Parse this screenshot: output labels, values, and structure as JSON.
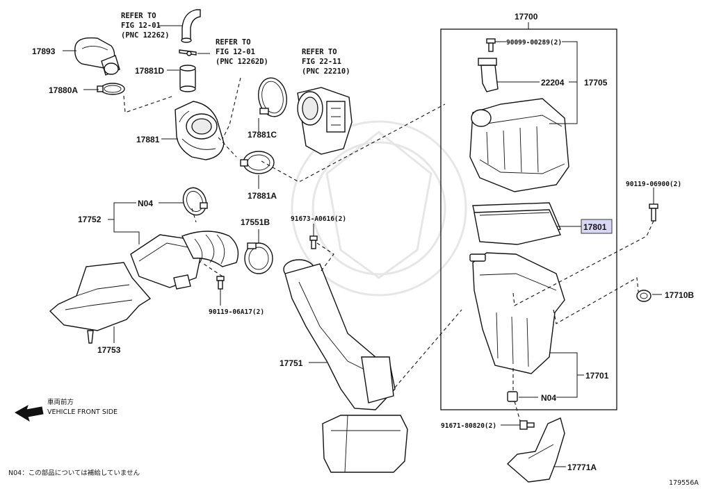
{
  "labels": {
    "p17893": "17893",
    "p17880A": "17880A",
    "p17881D": "17881D",
    "p17881": "17881",
    "p17881C": "17881C",
    "p17881A": "17881A",
    "p17752": "17752",
    "p17753": "17753",
    "p17551B": "17551B",
    "p17751": "17751",
    "p17700": "17700",
    "p17705": "17705",
    "p22204": "22204",
    "p17801": "17801",
    "p17701": "17701",
    "p17710B": "17710B",
    "p17771A": "17771A",
    "n04_top": "N04",
    "n04_bottom": "N04",
    "b90099": "90099-00289(2)",
    "b90119_069": "90119-06900(2)",
    "b91673": "91673-A0616(2)",
    "b90119_06A": "90119-06A17(2)",
    "b91671": "91671-80820(2)"
  },
  "refs": {
    "ref1": {
      "line1": "REFER TO",
      "line2": "FIG 12-01",
      "line3": "(PNC 12262)"
    },
    "ref2": {
      "line1": "REFER TO",
      "line2": "FIG 12-01",
      "line3": "(PNC 12262D)"
    },
    "ref3": {
      "line1": "REFER TO",
      "line2": "FIG 22-11",
      "line3": "(PNC 22210)"
    }
  },
  "direction": {
    "japanese": "車両前方",
    "english": "VEHICLE FRONT SIDE"
  },
  "footnote": "N04：この部品については補給していません",
  "figure_id": "179556A",
  "colors": {
    "highlight": "#d8d8f4",
    "line": "#111111"
  },
  "highlighted_part": "17801"
}
